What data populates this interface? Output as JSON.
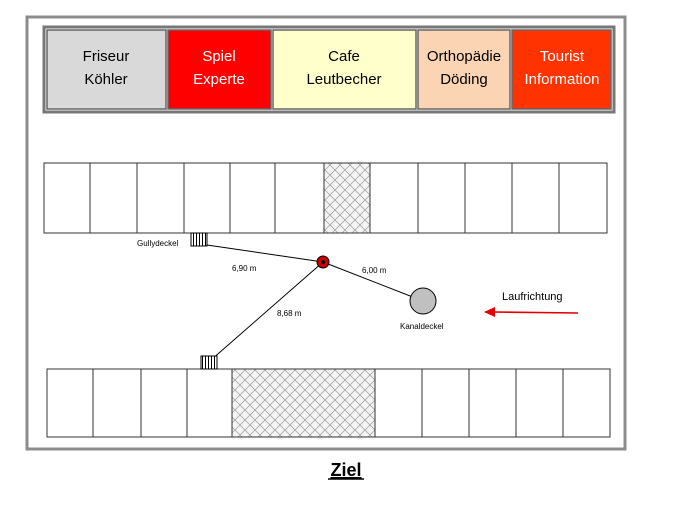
{
  "shops": [
    {
      "line1": "Friseur",
      "line2": "Köhler",
      "fill": "#d9d9d9",
      "text_color": "#000000"
    },
    {
      "line1": "Spiel",
      "line2": "Experte",
      "fill": "#ff0000",
      "text_color": "#ffffff"
    },
    {
      "line1": "Cafe",
      "line2": "Leutbecher",
      "fill": "#ffffcc",
      "text_color": "#000000"
    },
    {
      "line1": "Orthopädie",
      "line2": "Döding",
      "fill": "#fbd4b4",
      "text_color": "#000000"
    },
    {
      "line1": "Tourist",
      "line2": "Information",
      "fill": "#ff3300",
      "text_color": "#ffffff"
    }
  ],
  "labels": {
    "gullydeckel": "Gullydeckel",
    "kanaldeckel": "Kanaldeckel",
    "dist_gully": "6,90 m",
    "dist_kanal": "6,00 m",
    "dist_bottom": "8,68 m",
    "direction": "Laufrichtung",
    "title": "Ziel"
  },
  "colors": {
    "arrow": "#e00000",
    "target_marker": "#cc0000",
    "kanaldeckel": "#c0c0c0",
    "hatch_fill": "#f2f2f2"
  }
}
